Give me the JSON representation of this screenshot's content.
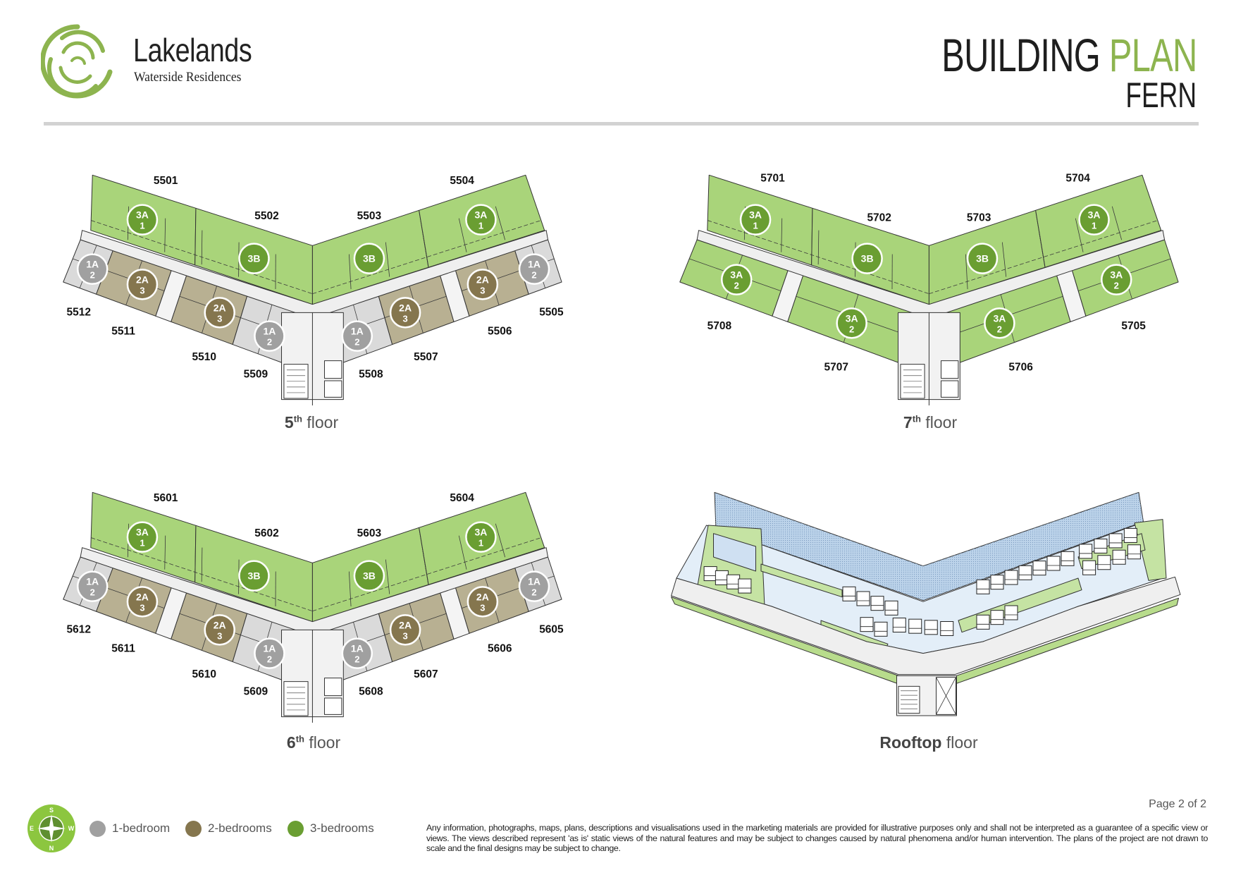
{
  "header": {
    "brand_name": "Lakelands",
    "brand_subtitle": "Waterside Residences",
    "title_main": "BUILDING",
    "title_accent": "PLAN",
    "subtitle": "FERN"
  },
  "colors": {
    "brand_green": "#8db44f",
    "one_bedroom": "#a0a0a0",
    "two_bedrooms": "#85764e",
    "three_bedrooms": "#6a9e32",
    "unit_green": "#a9d47a",
    "unit_tan": "#b8b092",
    "unit_gray": "#dadada",
    "corridor": "#efefef",
    "roof_water": "#bcd3ea",
    "roof_light": "#e3eef8"
  },
  "floors": [
    {
      "key": "f5",
      "number": "5",
      "suffix": "th",
      "word": "floor",
      "units": [
        {
          "number": "5501",
          "type": "3A",
          "count": "1"
        },
        {
          "number": "5502",
          "type": "3B",
          "count": ""
        },
        {
          "number": "5503",
          "type": "3B",
          "count": ""
        },
        {
          "number": "5504",
          "type": "3A",
          "count": "1"
        },
        {
          "number": "5505",
          "type": "1A",
          "count": "2"
        },
        {
          "number": "5506",
          "type": "2A",
          "count": "3"
        },
        {
          "number": "5507",
          "type": "2A",
          "count": "3"
        },
        {
          "number": "5508",
          "type": "1A",
          "count": "2"
        },
        {
          "number": "5509",
          "type": "1A",
          "count": "2"
        },
        {
          "number": "5510",
          "type": "2A",
          "count": "3"
        },
        {
          "number": "5511",
          "type": "2A",
          "count": "3"
        },
        {
          "number": "5512",
          "type": "1A",
          "count": "2"
        }
      ]
    },
    {
      "key": "f7",
      "number": "7",
      "suffix": "th",
      "word": "floor",
      "units": [
        {
          "number": "5701",
          "type": "3A",
          "count": "1"
        },
        {
          "number": "5702",
          "type": "3B",
          "count": ""
        },
        {
          "number": "5703",
          "type": "3B",
          "count": ""
        },
        {
          "number": "5704",
          "type": "3A",
          "count": "1"
        },
        {
          "number": "5705",
          "type": "3A",
          "count": "2"
        },
        {
          "number": "5706",
          "type": "3A",
          "count": "2"
        },
        {
          "number": "5707",
          "type": "3A",
          "count": "2"
        },
        {
          "number": "5708",
          "type": "3A",
          "count": "2"
        }
      ]
    },
    {
      "key": "f6",
      "number": "6",
      "suffix": "th",
      "word": "floor",
      "units": [
        {
          "number": "5601",
          "type": "3A",
          "count": "1"
        },
        {
          "number": "5602",
          "type": "3B",
          "count": ""
        },
        {
          "number": "5603",
          "type": "3B",
          "count": ""
        },
        {
          "number": "5604",
          "type": "3A",
          "count": "1"
        },
        {
          "number": "5605",
          "type": "1A",
          "count": "2"
        },
        {
          "number": "5606",
          "type": "2A",
          "count": "3"
        },
        {
          "number": "5607",
          "type": "2A",
          "count": "3"
        },
        {
          "number": "5608",
          "type": "1A",
          "count": "2"
        },
        {
          "number": "5609",
          "type": "1A",
          "count": "2"
        },
        {
          "number": "5610",
          "type": "2A",
          "count": "3"
        },
        {
          "number": "5611",
          "type": "2A",
          "count": "3"
        },
        {
          "number": "5612",
          "type": "1A",
          "count": "2"
        }
      ]
    }
  ],
  "rooftop": {
    "name": "Rooftop",
    "word": "floor"
  },
  "legend": [
    {
      "label": "1-bedroom",
      "color": "#a0a0a0"
    },
    {
      "label": "2-bedrooms",
      "color": "#85764e"
    },
    {
      "label": "3-bedrooms",
      "color": "#6a9e32"
    }
  ],
  "compass": {
    "n": "N",
    "s": "S",
    "e": "E",
    "w": "W"
  },
  "footer": {
    "page": "Page 2 of 2",
    "disclaimer": "Any information, photographs, maps, plans, descriptions and visualisations used in the marketing materials are provided for illustrative purposes only and shall not be interpreted as a guarantee of a specific view or views. The views described represent 'as is' static views of the natural features and may be subject to changes caused by natural phenomena and/or human intervention. The plans of the project are not drawn to scale and the final designs may be subject to change."
  }
}
